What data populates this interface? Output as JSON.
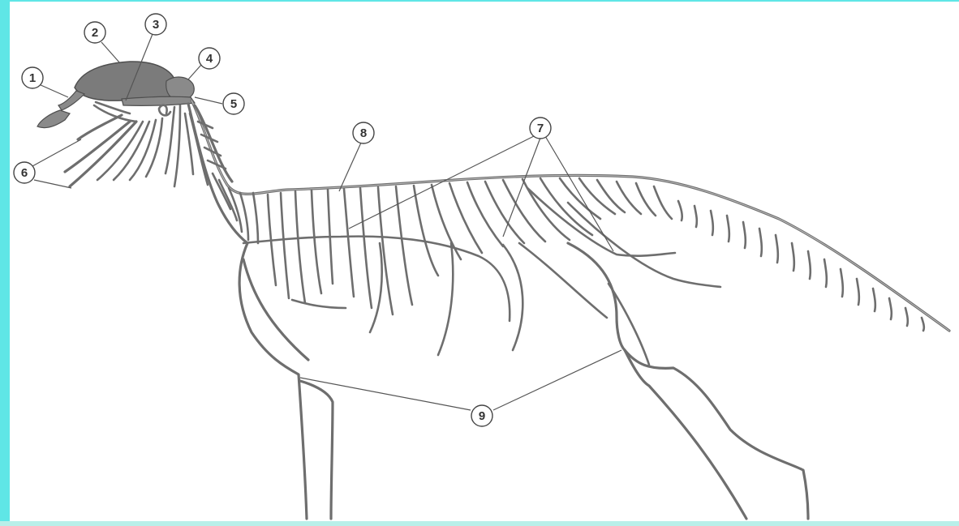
{
  "colors": {
    "frame_cyan": "#5fe6e6",
    "panel_white": "#ffffff",
    "nerve_gray": "#6e6e6e",
    "brain_gray": "#7b7b7b"
  },
  "callouts": [
    {
      "number": "1"
    },
    {
      "number": "2"
    },
    {
      "number": "3"
    },
    {
      "number": "4"
    },
    {
      "number": "5"
    },
    {
      "number": "6"
    },
    {
      "number": "7"
    },
    {
      "number": "8"
    },
    {
      "number": "9"
    }
  ]
}
